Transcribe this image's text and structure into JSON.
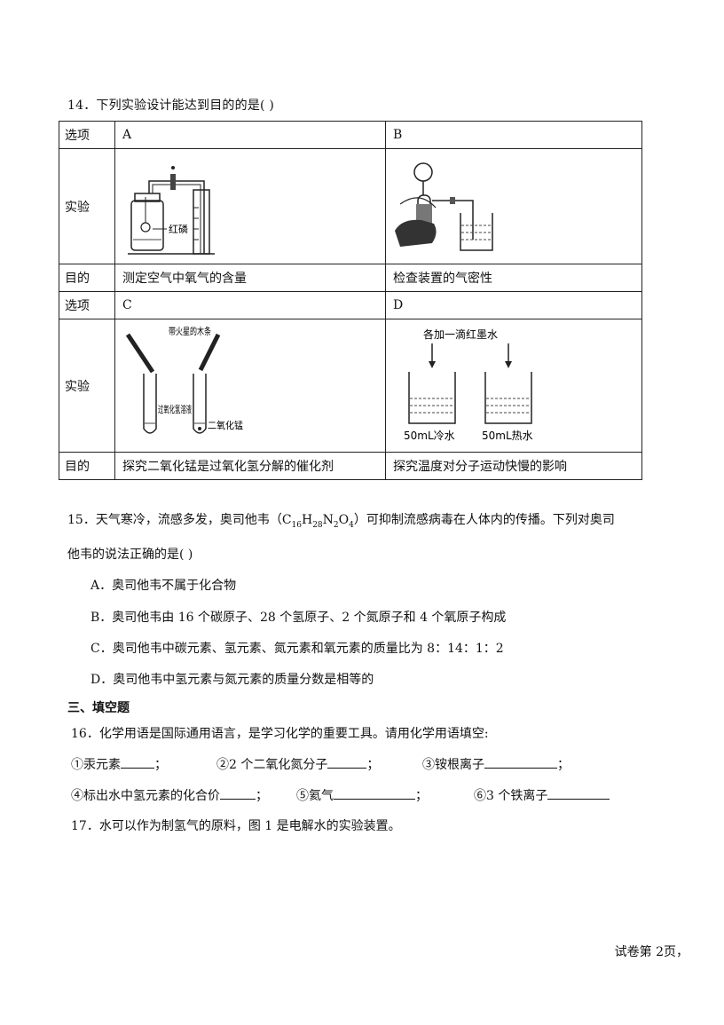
{
  "q14": {
    "title": "14．下列实验设计能达到目的的是(        )",
    "header_label": "选项",
    "exp_label": "实验",
    "goal_label": "目的",
    "option_a": {
      "letter": "A",
      "fig_label": "红磷",
      "goal": "测定空气中氧气的含量"
    },
    "option_b": {
      "letter": "B",
      "goal": "检查装置的气密性"
    },
    "option_c": {
      "letter": "C",
      "fig_top": "带火星的木条",
      "fig_left": "过氧化氢溶液",
      "fig_right": "二氧化锰",
      "goal": "探究二氧化锰是过氧化氢分解的催化剂"
    },
    "option_d": {
      "letter": "D",
      "fig_top": "各加一滴红墨水",
      "fig_left": "50mL冷水",
      "fig_right": "50mL热水",
      "goal": "探究温度对分子运动快慢的影响"
    }
  },
  "q15": {
    "line1_pre": "15．天气寒冷，流感多发，奥司他韦（C",
    "sub1": "16",
    "h": "H",
    "sub2": "28",
    "n": "N",
    "sub3": "2",
    "o": "O",
    "sub4": "4",
    "line1_post": "）可抑制流感病毒在人体内的传播。下列对奥司",
    "line2": "他韦的说法正确的是(              )",
    "opt_a": "A．奥司他韦不属于化合物",
    "opt_b": "B．奥司他韦由 16 个碳原子、28 个氢原子、2 个氮原子和 4 个氧原子构成",
    "opt_c": "C．奥司他韦中碳元素、氢元素、氮元素和氧元素的质量比为 8：14：1：2",
    "opt_d": "D．奥司他韦中氢元素与氮元素的质量分数是相等的"
  },
  "section3": "三、填空题",
  "q16": {
    "intro": "16．化学用语是国际通用语言，是学习化学的重要工具。请用化学用语填空:",
    "i1": "①汞元素",
    "i2": "②2 个二氧化氮分子",
    "i3": "③铵根离子",
    "i4": "④标出水中氢元素的化合价",
    "i5": "⑤氦气",
    "i6": "⑥3 个铁离子",
    "sep": "；"
  },
  "q17": {
    "text": "17．水可以作为制氢气的原料，图 1 是电解水的实验装置。"
  },
  "footer": "试卷第 2页，"
}
